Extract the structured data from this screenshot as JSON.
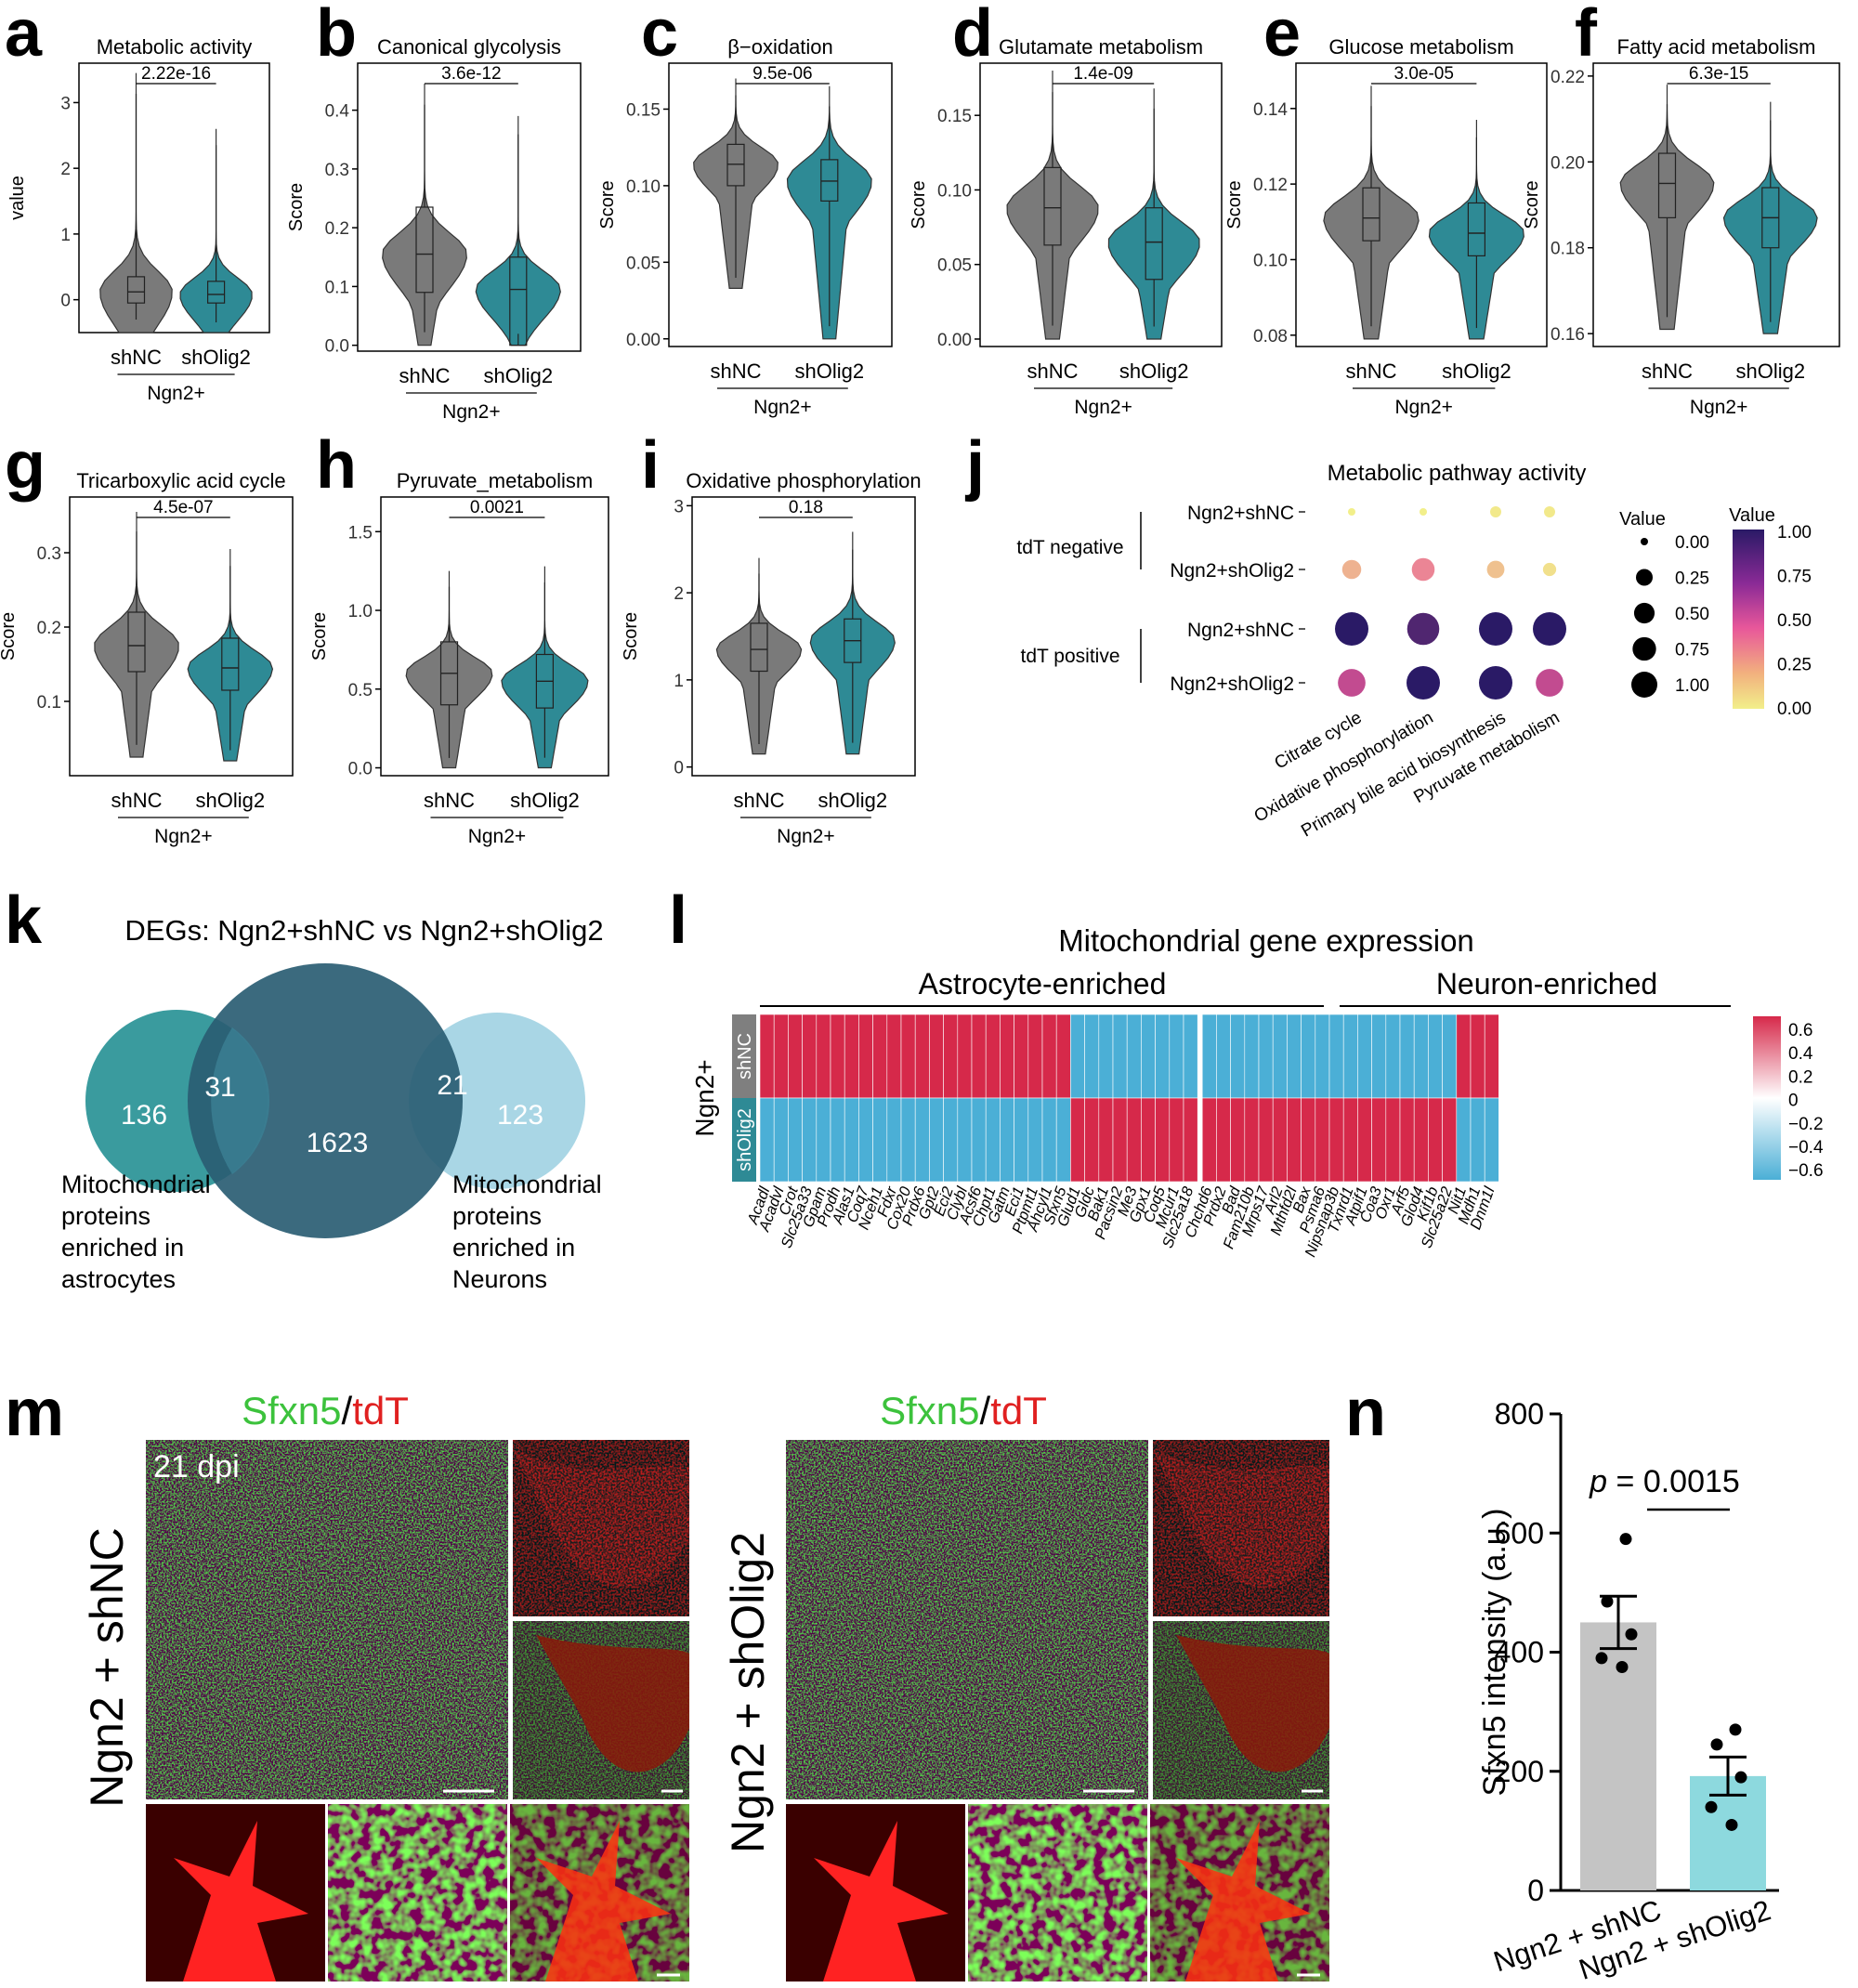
{
  "violin_panels": [
    {
      "letter": "a",
      "title": "Metabolic activity",
      "ylabel": "value",
      "ticks": [
        "0",
        "1",
        "2",
        "3"
      ],
      "ymin": -0.5,
      "ymax": 3.6,
      "pval": "2.22e-16",
      "groups": [
        "shNC",
        "shOlig2"
      ],
      "xgroup": "Ngn2+",
      "boxes": [
        {
          "q1": -0.05,
          "median": 0.12,
          "q3": 0.35,
          "lo": -0.5,
          "hi": 3.45
        },
        {
          "q1": -0.05,
          "median": 0.08,
          "q3": 0.28,
          "lo": -0.5,
          "hi": 2.6
        }
      ]
    },
    {
      "letter": "b",
      "title": "Canonical glycolysis",
      "ylabel": "Score",
      "ticks": [
        "0.0",
        "0.1",
        "0.2",
        "0.3",
        "0.4"
      ],
      "ymin": -0.01,
      "ymax": 0.48,
      "pval": "3.6e-12",
      "groups": [
        "shNC",
        "shOlig2"
      ],
      "xgroup": "Ngn2+",
      "boxes": [
        {
          "q1": 0.09,
          "median": 0.155,
          "q3": 0.235,
          "lo": 0,
          "hi": 0.445
        },
        {
          "q1": 0.0,
          "median": 0.095,
          "q3": 0.15,
          "lo": 0,
          "hi": 0.39
        }
      ]
    },
    {
      "letter": "c",
      "title": "β−oxidation",
      "ylabel": "Score",
      "ticks": [
        "0.00",
        "0.05",
        "0.10",
        "0.15"
      ],
      "ymin": -0.005,
      "ymax": 0.18,
      "pval": "9.5e-06",
      "groups": [
        "shNC",
        "shOlig2"
      ],
      "xgroup": "Ngn2+",
      "boxes": [
        {
          "q1": 0.1,
          "median": 0.114,
          "q3": 0.127,
          "lo": 0.033,
          "hi": 0.17
        },
        {
          "q1": 0.09,
          "median": 0.103,
          "q3": 0.117,
          "lo": 0.0,
          "hi": 0.165
        }
      ]
    },
    {
      "letter": "d",
      "title": "Glutamate metabolism",
      "ylabel": "Score",
      "ticks": [
        "0.00",
        "0.05",
        "0.10",
        "0.15"
      ],
      "ymin": -0.005,
      "ymax": 0.185,
      "pval": "1.4e-09",
      "groups": [
        "shNC",
        "shOlig2"
      ],
      "xgroup": "Ngn2+",
      "boxes": [
        {
          "q1": 0.063,
          "median": 0.088,
          "q3": 0.115,
          "lo": 0.0,
          "hi": 0.18
        },
        {
          "q1": 0.04,
          "median": 0.065,
          "q3": 0.088,
          "lo": 0.0,
          "hi": 0.168
        }
      ]
    },
    {
      "letter": "e",
      "title": "Glucose metabolism",
      "ylabel": "Score",
      "ticks": [
        "0.08",
        "0.10",
        "0.12",
        "0.14"
      ],
      "ymin": 0.077,
      "ymax": 0.152,
      "pval": "3.0e-05",
      "groups": [
        "shNC",
        "shOlig2"
      ],
      "xgroup": "Ngn2+",
      "boxes": [
        {
          "q1": 0.105,
          "median": 0.111,
          "q3": 0.119,
          "lo": 0.079,
          "hi": 0.146
        },
        {
          "q1": 0.101,
          "median": 0.107,
          "q3": 0.115,
          "lo": 0.079,
          "hi": 0.137
        }
      ]
    },
    {
      "letter": "f",
      "title": "Fatty acid metabolism",
      "ylabel": "Score",
      "ticks": [
        "0.16",
        "0.18",
        "0.20",
        "0.22"
      ],
      "ymin": 0.157,
      "ymax": 0.223,
      "pval": "6.3e-15",
      "groups": [
        "shNC",
        "shOlig2"
      ],
      "xgroup": "Ngn2+",
      "boxes": [
        {
          "q1": 0.187,
          "median": 0.195,
          "q3": 0.202,
          "lo": 0.161,
          "hi": 0.218
        },
        {
          "q1": 0.18,
          "median": 0.187,
          "q3": 0.194,
          "lo": 0.16,
          "hi": 0.214
        }
      ]
    },
    {
      "letter": "g",
      "title": "Tricarboxylic acid cycle",
      "ylabel": "Score",
      "ticks": [
        "0.1",
        "0.2",
        "0.3"
      ],
      "ymin": 0.0,
      "ymax": 0.375,
      "pval": "4.5e-07",
      "groups": [
        "shNC",
        "shOlig2"
      ],
      "xgroup": "Ngn2+",
      "boxes": [
        {
          "q1": 0.14,
          "median": 0.175,
          "q3": 0.22,
          "lo": 0.025,
          "hi": 0.355
        },
        {
          "q1": 0.115,
          "median": 0.145,
          "q3": 0.185,
          "lo": 0.02,
          "hi": 0.305
        }
      ]
    },
    {
      "letter": "h",
      "title": "Pyruvate_metabolism",
      "ylabel": "Score",
      "ticks": [
        "0.0",
        "0.5",
        "1.0",
        "1.5"
      ],
      "ymin": -0.05,
      "ymax": 1.72,
      "pval": "0.0021",
      "groups": [
        "shNC",
        "shOlig2"
      ],
      "xgroup": "Ngn2+",
      "boxes": [
        {
          "q1": 0.4,
          "median": 0.6,
          "q3": 0.8,
          "lo": 0.0,
          "hi": 1.25
        },
        {
          "q1": 0.38,
          "median": 0.55,
          "q3": 0.72,
          "lo": 0.0,
          "hi": 1.28
        }
      ]
    },
    {
      "letter": "i",
      "title": "Oxidative phosphorylation",
      "ylabel": "Score",
      "ticks": [
        "0",
        "1",
        "2",
        "3"
      ],
      "ymin": -0.1,
      "ymax": 3.1,
      "pval": "0.18",
      "groups": [
        "shNC",
        "shOlig2"
      ],
      "xgroup": "Ngn2+",
      "boxes": [
        {
          "q1": 1.1,
          "median": 1.35,
          "q3": 1.65,
          "lo": 0.15,
          "hi": 2.4
        },
        {
          "q1": 1.2,
          "median": 1.45,
          "q3": 1.7,
          "lo": 0.15,
          "hi": 2.7
        }
      ]
    }
  ],
  "dotplot": {
    "letter": "j",
    "title": "Metabolic pathway activity",
    "row_groups": [
      "tdT negative",
      "tdT positive"
    ],
    "rows": [
      "Ngn2+shNC",
      "Ngn2+shOlig2",
      "Ngn2+shNC",
      "Ngn2+shOlig2"
    ],
    "cols": [
      "Citrate cycle",
      "Oxidative phosphorylation",
      "Primary bile acid biosynthesis",
      "Pyruvate metabolism"
    ],
    "values": [
      [
        0.0,
        0.0,
        0.02,
        0.02
      ],
      [
        0.2,
        0.35,
        0.15,
        0.05
      ],
      [
        1.0,
        0.9,
        1.0,
        1.0
      ],
      [
        0.6,
        1.0,
        1.0,
        0.6
      ]
    ],
    "size_legend_title": "Value",
    "size_ticks": [
      "0.00",
      "0.25",
      "0.50",
      "0.75",
      "1.00"
    ],
    "color_legend_title": "Value",
    "color_ticks": [
      "1.00",
      "0.75",
      "0.50",
      "0.25",
      "0.00"
    ],
    "colors": {
      "low": "#f2ef8a",
      "mid": "#e8579a",
      "high": "#2a1a66"
    }
  },
  "venn": {
    "letter": "k",
    "title": "DEGs: Ngn2+shNC vs Ngn2+shOlig2",
    "left_only": "136",
    "left_overlap": "31",
    "center": "1623",
    "right_overlap": "21",
    "right_only": "123",
    "left_label": [
      "Mitochondrial",
      "proteins",
      "enriched in",
      "astrocytes"
    ],
    "right_label": [
      "Mitochondrial",
      "proteins",
      "enriched in",
      "Neurons"
    ],
    "colors": {
      "left": "#3a9b9e",
      "center": "#2a5d73",
      "right": "#a9d6e5"
    }
  },
  "heatmap": {
    "letter": "l",
    "title": "Mitochondrial gene expression",
    "group_left": "Astrocyte-enriched",
    "group_right": "Neuron-enriched",
    "side_label": "Ngn2+",
    "row_labels": [
      "shNC",
      "shOlig2"
    ],
    "genes_left": [
      "Acadl",
      "Acadvl",
      "Crot",
      "Slc25a33",
      "Gpam",
      "Prodh",
      "Alas1",
      "Coq7",
      "Nceh1",
      "Fdxr",
      "Cox20",
      "Prdx6",
      "Gpt2",
      "Eci2",
      "Clybl",
      "Acsf6",
      "Chpt1",
      "Gatm",
      "Eci1",
      "Ptpmt1",
      "Ahcyl1",
      "Sfxn5",
      "Glud1",
      "Gldc",
      "Bak1",
      "Pacsin2",
      "Me3",
      "Gpx1",
      "Coq5",
      "Mcur1",
      "Slc25a18"
    ],
    "genes_right": [
      "Chchd6",
      "Prdx2",
      "Bad",
      "Fam210b",
      "Mrps17",
      "Arl2",
      "Mthfd2l",
      "Bax",
      "Psma6",
      "Nipsnap3b",
      "Txnrd1",
      "Atpif1",
      "Coa3",
      "Oxr1",
      "Arf5",
      "Glod4",
      "Kif1b",
      "Slc25a22",
      "Nit1",
      "Mdh1",
      "Dnm1l"
    ],
    "left_red_count": 22,
    "right_blue_count": 18,
    "scale_ticks": [
      "0.6",
      "0.4",
      "0.2",
      "0",
      "−0.2",
      "−0.4",
      "−0.6"
    ],
    "colors": {
      "red": "#d6294a",
      "blue": "#4bafd6"
    }
  },
  "images": {
    "letter": "m",
    "title_green": "Sfxn5",
    "title_sep": "/",
    "title_red": "tdT",
    "timepoint": "21 dpi",
    "row_labels": [
      "Ngn2 + shNC",
      "Ngn2 + shOlig2"
    ]
  },
  "chart_data": {
    "type": "bar",
    "letter": "n",
    "categories": [
      "Ngn2 + shNC",
      "Ngn2 + shOlig2"
    ],
    "values": [
      450,
      192
    ],
    "errors": [
      44,
      32
    ],
    "points": [
      [
        590,
        485,
        430,
        390,
        375
      ],
      [
        270,
        245,
        190,
        140,
        110
      ]
    ],
    "ylabel": "Sfxn5 intensity (a.u.)",
    "ylim": [
      0,
      800
    ],
    "yticks": [
      "0",
      "200",
      "400",
      "600",
      "800"
    ],
    "pvalue_label": "p",
    "pvalue_text": " = 0.0015",
    "colors": [
      "#c4c4c4",
      "#8dd9de"
    ]
  }
}
